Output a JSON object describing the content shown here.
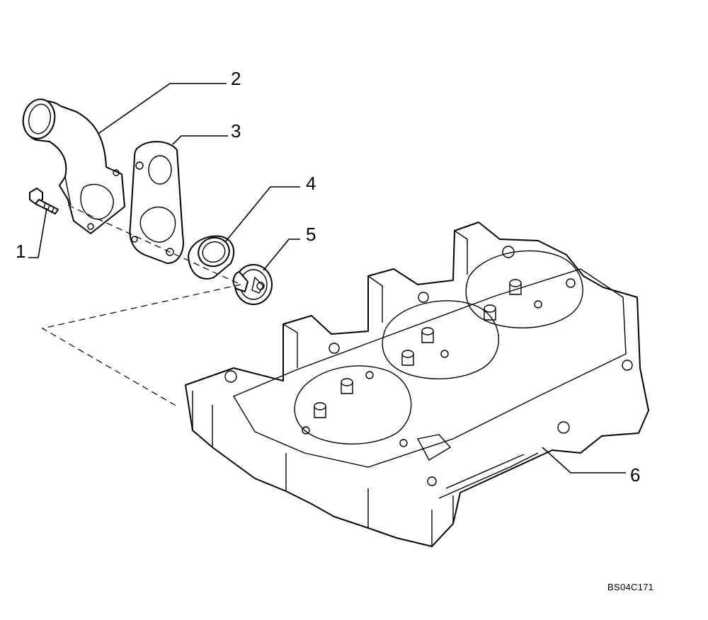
{
  "callouts": [
    {
      "id": "1",
      "label": "1"
    },
    {
      "id": "2",
      "label": "2"
    },
    {
      "id": "3",
      "label": "3"
    },
    {
      "id": "4",
      "label": "4"
    },
    {
      "id": "5",
      "label": "5"
    },
    {
      "id": "6",
      "label": "6"
    }
  ],
  "reference_code": "BS04C171"
}
